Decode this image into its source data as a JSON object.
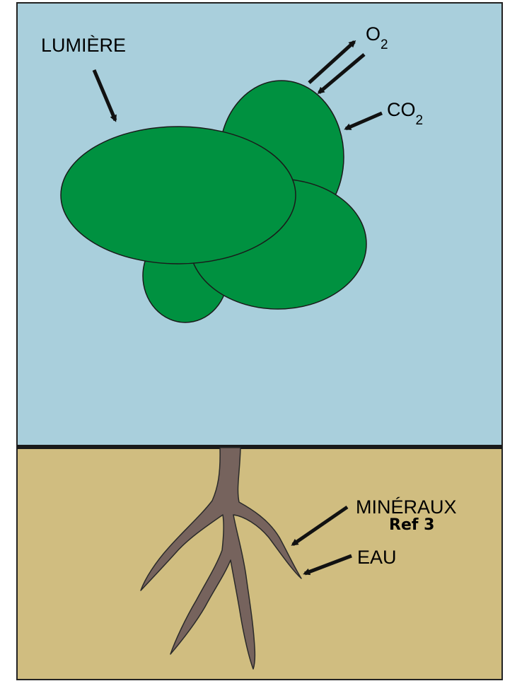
{
  "colors": {
    "sky": "#a9cfdc",
    "soil": "#d0bd80",
    "canopy": "#009140",
    "trunk": "#76635d",
    "outline": "#1a1a1a"
  },
  "labels": {
    "lumiere": "LUMIÈRE",
    "o2_main": "O",
    "o2_sub": "2",
    "co2_main": "CO",
    "co2_sub": "2",
    "mineraux": "MINÉRAUX",
    "eau": "EAU",
    "ref": "Ref 3"
  }
}
